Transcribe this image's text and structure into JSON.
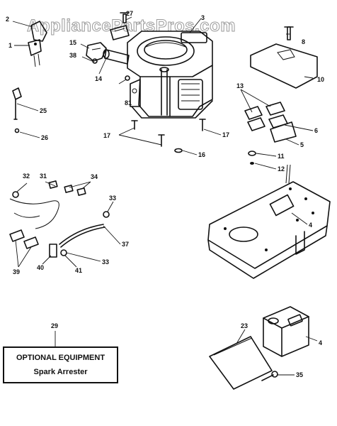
{
  "watermark": "AppliancePartsPros.com",
  "optional_equipment": {
    "title": "OPTIONAL EQUIPMENT",
    "item": "Spark Arrester",
    "callout": "29"
  },
  "callouts": {
    "c1": "1",
    "c2": "2",
    "c3": "3",
    "c4": "4",
    "c5": "5",
    "c6": "6",
    "c8": "8",
    "c10": "10",
    "c11": "11",
    "c12": "12",
    "c13": "13",
    "c14": "14",
    "c15": "15",
    "c16": "16",
    "c17a": "17",
    "c17b": "17",
    "c23": "23",
    "c25": "25",
    "c26": "26",
    "c27": "27",
    "c31": "31",
    "c32": "32",
    "c33a": "33",
    "c33b": "33",
    "c34": "34",
    "c35": "35",
    "c37": "37",
    "c38": "38",
    "c39": "39",
    "c40": "40",
    "c41": "41",
    "c81": "81"
  }
}
